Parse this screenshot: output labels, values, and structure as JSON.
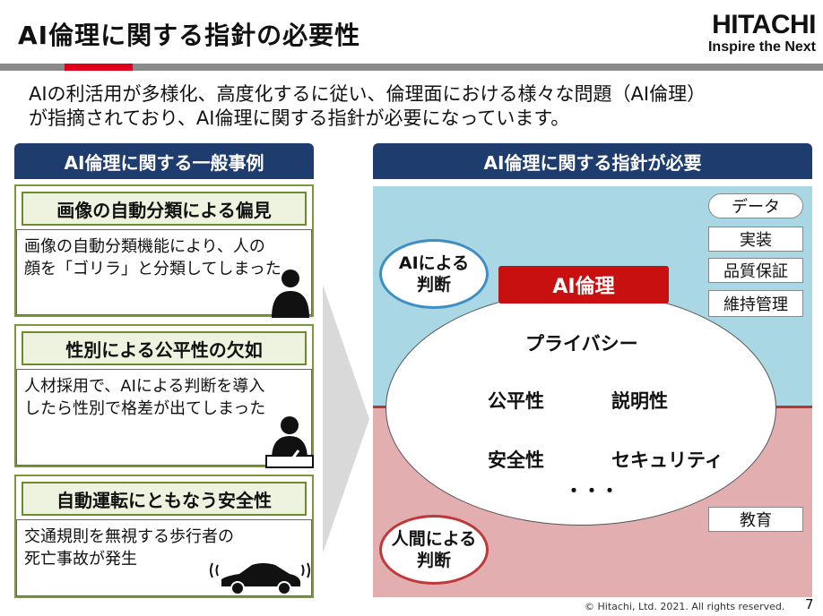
{
  "header": {
    "title": "AI倫理に関する指針の必要性",
    "logo_brand": "HITACHI",
    "logo_tagline": "Inspire the Next"
  },
  "intro": {
    "line1": "AIの利活用が多様化、高度化するに従い、倫理面における様々な問題（AI倫理）",
    "line2": "が指摘されており、AI倫理に関する指針が必要になっています。"
  },
  "left": {
    "heading": "AI倫理に関する一般事例",
    "cases": [
      {
        "title": "画像の自動分類による偏見",
        "line1": "画像の自動分類機能により、人の",
        "line2": "顔を「ゴリラ」と分類してしまった"
      },
      {
        "title": "性別による公平性の欠如",
        "line1": "人材採用で、AIによる判断を導入",
        "line2": "したら性別で格差が出てしまった"
      },
      {
        "title": "自動運転にともなう安全性",
        "line1": "交通規則を無視する歩行者の",
        "line2": "死亡事故が発生"
      }
    ]
  },
  "right": {
    "heading": "AI倫理に関する指針が必要",
    "tags": {
      "data": "データ",
      "implementation": "実装",
      "quality": "品質保証",
      "maintenance": "維持管理",
      "education": "教育"
    },
    "judge_ai": {
      "line1": "AIによる",
      "line2": "判断"
    },
    "judge_human": {
      "line1": "人間による",
      "line2": "判断"
    },
    "ethics_label": "AI倫理",
    "principles": {
      "privacy": "プライバシー",
      "fairness": "公平性",
      "explainability": "説明性",
      "safety": "安全性",
      "security": "セキュリティ",
      "more": "・・・"
    }
  },
  "footer": {
    "copyright": "© Hitachi, Ltd. 2021. All rights reserved.",
    "page": "7"
  },
  "colors": {
    "navy": "#1f3c6e",
    "brand_red": "#e0001b",
    "ethics_red": "#c81010",
    "green_border": "#6b8b2d",
    "top_panel": "#a9d7e4",
    "bottom_panel": "#e3aeb0",
    "ai_ring": "#3e8ec4",
    "human_ring": "#c0393a"
  },
  "icons": [
    "person-icon",
    "person-writing-icon",
    "autonomous-car-icon",
    "forward-arrow-icon"
  ]
}
